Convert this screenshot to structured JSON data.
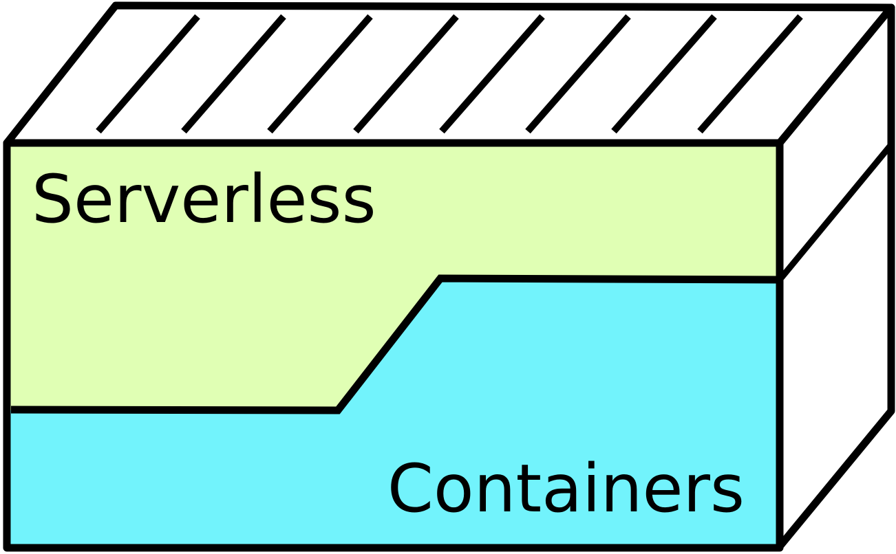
{
  "diagram": {
    "regions": [
      {
        "id": "serverless",
        "label": "Serverless",
        "color": "#e0ffb4"
      },
      {
        "id": "containers",
        "label": "Containers",
        "color": "#72f3fc"
      }
    ],
    "outline_color": "#000000",
    "top_face": {
      "pattern": "diagonal-hatch",
      "fill": "#ffffff"
    },
    "side_face": {
      "fill": "#ffffff"
    }
  }
}
